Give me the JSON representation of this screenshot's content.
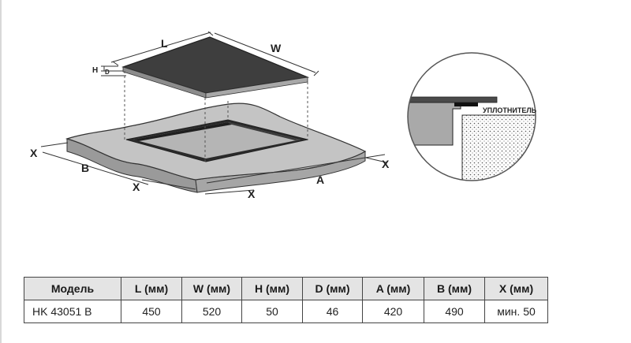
{
  "diagram": {
    "labels": {
      "L": "L",
      "W": "W",
      "H": "H",
      "D": "D",
      "X": "X",
      "A": "A",
      "B": "B",
      "seal": "УПЛОТНИТЕЛЬ"
    }
  },
  "table": {
    "headers": [
      "Модель",
      "L (мм)",
      "W (мм)",
      "H (мм)",
      "D (мм)",
      "A (мм)",
      "B (мм)",
      "X (мм)"
    ],
    "rows": [
      [
        "HK 43051 B",
        "450",
        "520",
        "50",
        "46",
        "420",
        "490",
        "мин. 50"
      ]
    ]
  },
  "colors": {
    "glass": "#3e3e3e",
    "countertop": "#c4c4c4",
    "cutout": "#2a2a2a",
    "line": "#333333"
  }
}
